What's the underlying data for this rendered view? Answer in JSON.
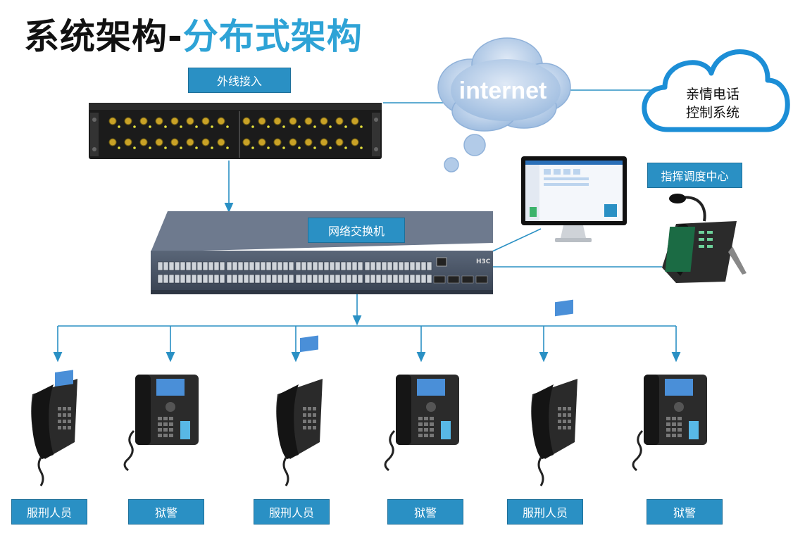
{
  "title": {
    "part1": "系统架构-",
    "part2": "分布式架构"
  },
  "labels": {
    "external_line": "外线接入",
    "network_switch": "网络交换机",
    "dispatch_center": "指挥调度中心",
    "internet": "internet",
    "family_phone_line1": "亲情电话",
    "family_phone_line2": "控制系统"
  },
  "switch_brand": "H3C",
  "endpoints": [
    {
      "label": "服刑人员",
      "device": "desk-phone-angled"
    },
    {
      "label": "狱警",
      "device": "desk-phone-front"
    },
    {
      "label": "服刑人员",
      "device": "desk-phone-angled"
    },
    {
      "label": "狱警",
      "device": "desk-phone-front"
    },
    {
      "label": "服刑人员",
      "device": "desk-phone-angled"
    },
    {
      "label": "狱警",
      "device": "desk-phone-front"
    }
  ],
  "colors": {
    "accent": "#2a90c4",
    "title_blue": "#2ea3d6",
    "line": "#2a90c4"
  }
}
